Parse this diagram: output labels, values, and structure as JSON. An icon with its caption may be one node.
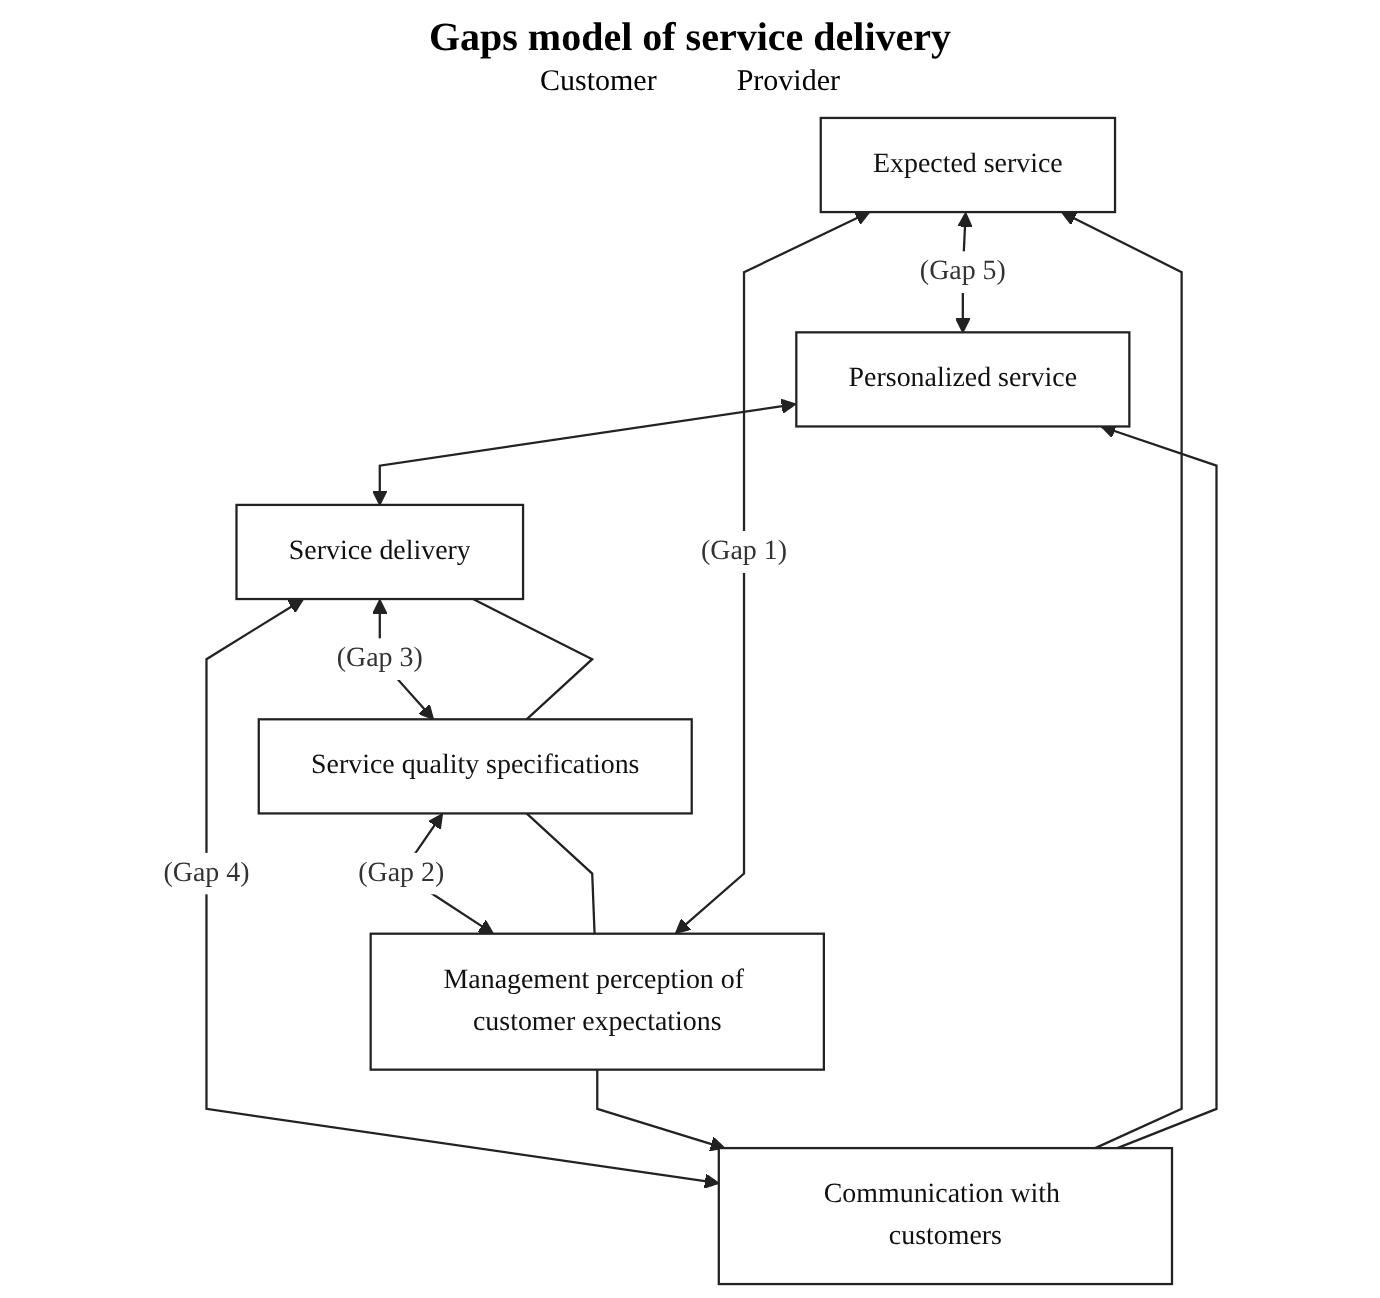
{
  "diagram": {
    "title": "Gaps model of service delivery",
    "nodes": [
      {
        "text": [
          "Expected service"
        ]
      },
      {
        "text": [
          "Personalized service"
        ]
      },
      {
        "text": [
          "Service delivery"
        ]
      },
      {
        "text": [
          "Communication with customers"
        ]
      },
      {
        "text": [
          "Service quality specifications"
        ]
      },
      {
        "text": [
          "Management perception of customer expectations"
        ]
      }
    ],
    "edges": [
      {
        "from": 0,
        "to": 1,
        "arrow": "both",
        "label": "(Gap 5)"
      },
      {
        "from": 1,
        "to": 2,
        "arrow": "both"
      },
      {
        "from": 2,
        "to": 3,
        "arrow": "both",
        "label": "(Gap 4)"
      },
      {
        "from": 2,
        "to": 4,
        "arrow": "both",
        "label": "(Gap 3)"
      },
      {
        "from": 2,
        "to": 4,
        "arrow": "none"
      },
      {
        "from": 4,
        "to": 5,
        "arrow": "both",
        "label": "(Gap 2)"
      },
      {
        "from": 4,
        "to": 5,
        "arrow": "none"
      },
      {
        "from": 5,
        "to": 0,
        "arrow": "both",
        "label": "(Gap 1)"
      },
      {
        "from": 3,
        "to": 0,
        "arrow": "to"
      },
      {
        "from": 3,
        "to": 1,
        "arrow": "to"
      },
      {
        "from": 5,
        "to": 3,
        "arrow": "to"
      }
    ],
    "labels": [
      "Customer",
      "Provider"
    ]
  }
}
